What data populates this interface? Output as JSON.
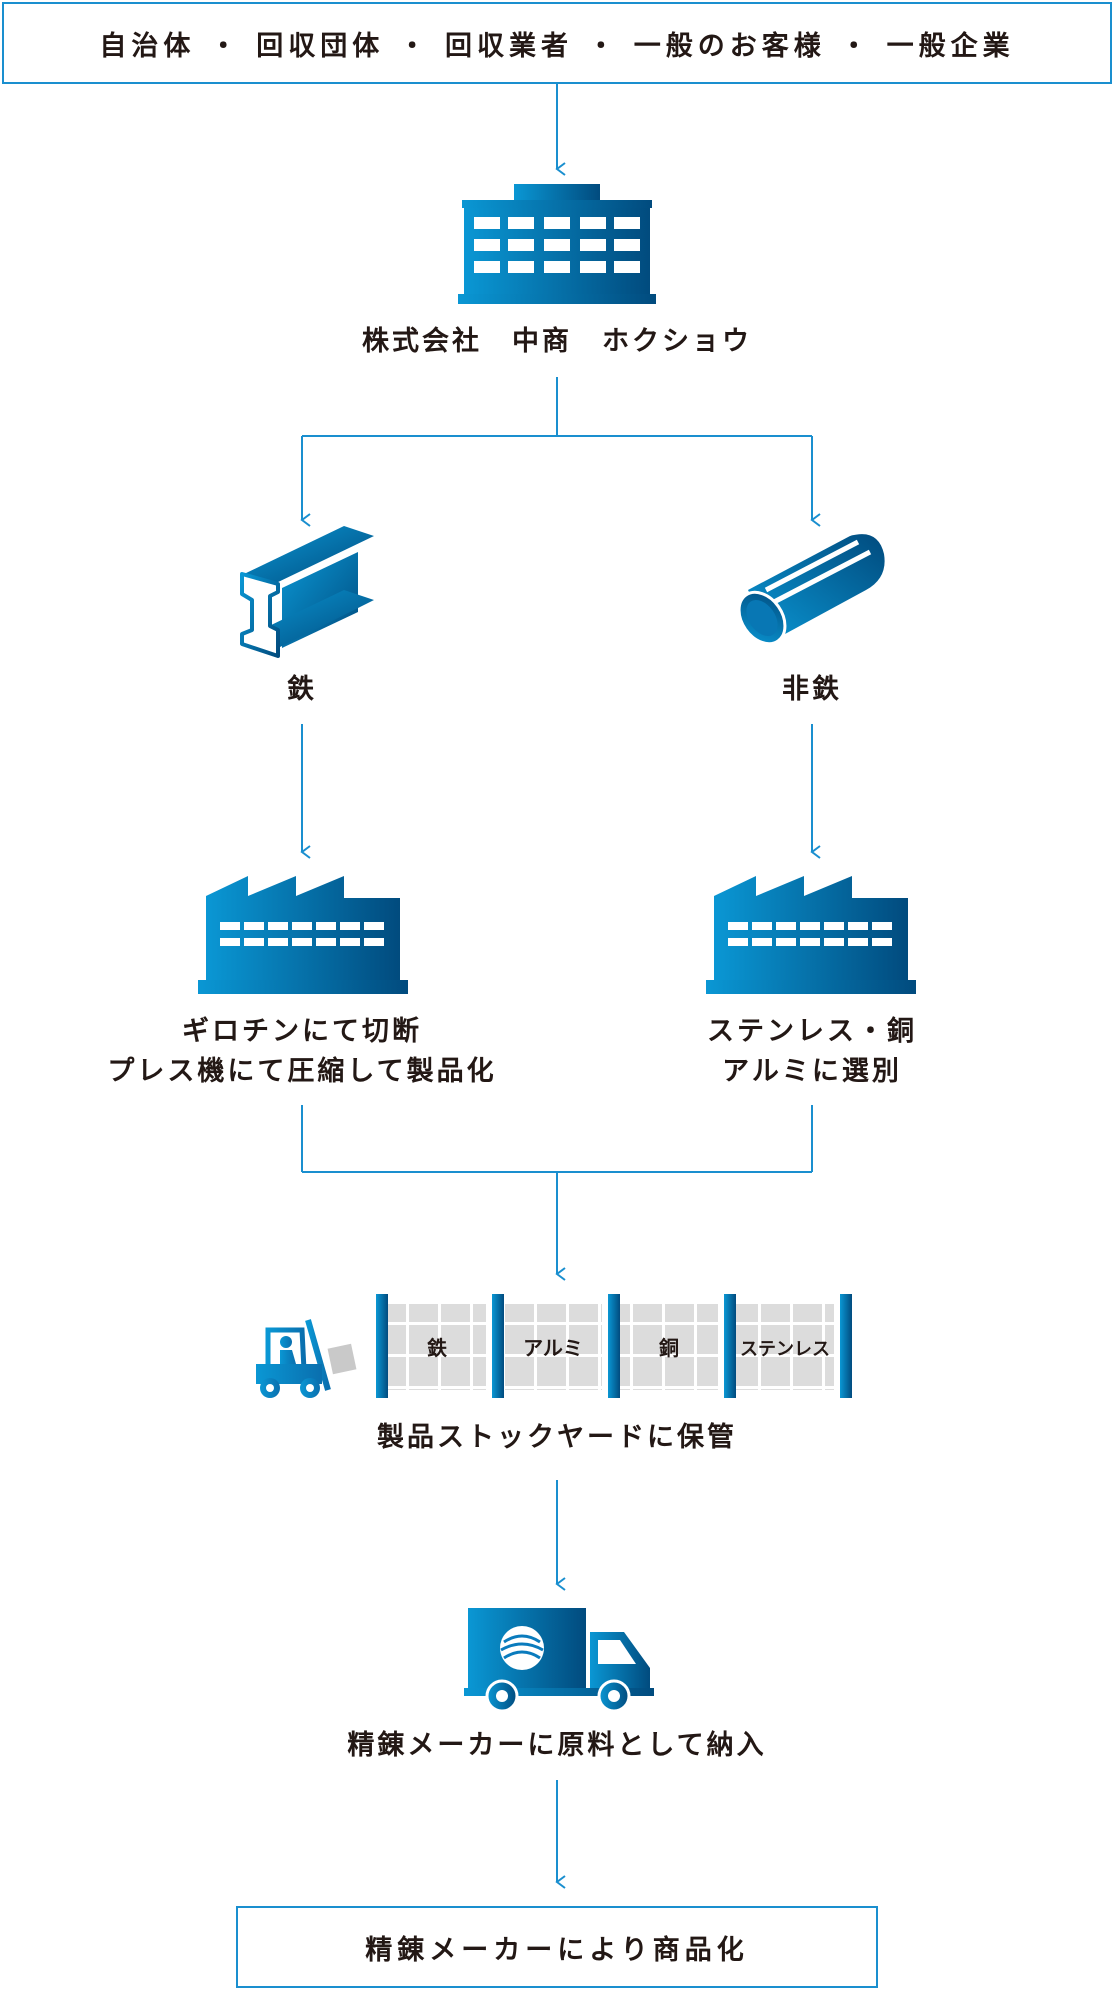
{
  "sources": "自治体 ・ 回収団体 ・ 回収業者 ・ 一般のお客様 ・ 一般企業",
  "company": "株式会社　中商　ホクショウ",
  "branches": {
    "ferrous": {
      "label": "鉄",
      "process_lines": [
        "ギロチンにて切断",
        "プレス機にて圧縮して製品化"
      ]
    },
    "nonferrous": {
      "label": "非鉄",
      "process_lines": [
        "ステンレス・銅",
        "アルミに選別"
      ]
    }
  },
  "stockyard": {
    "bays": [
      "鉄",
      "アルミ",
      "銅",
      "ステンレス"
    ],
    "caption": "製品ストックヤードに保管"
  },
  "delivery": "精錬メーカーに原料として納入",
  "final": "精錬メーカーにより商品化",
  "colors": {
    "accent": "#1a8fcf",
    "icon_light": "#0a97d4",
    "icon_dark": "#014b7e",
    "text": "#231815",
    "shelf_fill": "#dcdcdc"
  },
  "icons": {
    "company": "office-building-icon",
    "ferrous": "steel-i-beam-icon",
    "nonferrous": "metal-pipe-icon",
    "factory": "factory-icon",
    "forklift": "forklift-icon",
    "truck": "delivery-truck-icon"
  }
}
